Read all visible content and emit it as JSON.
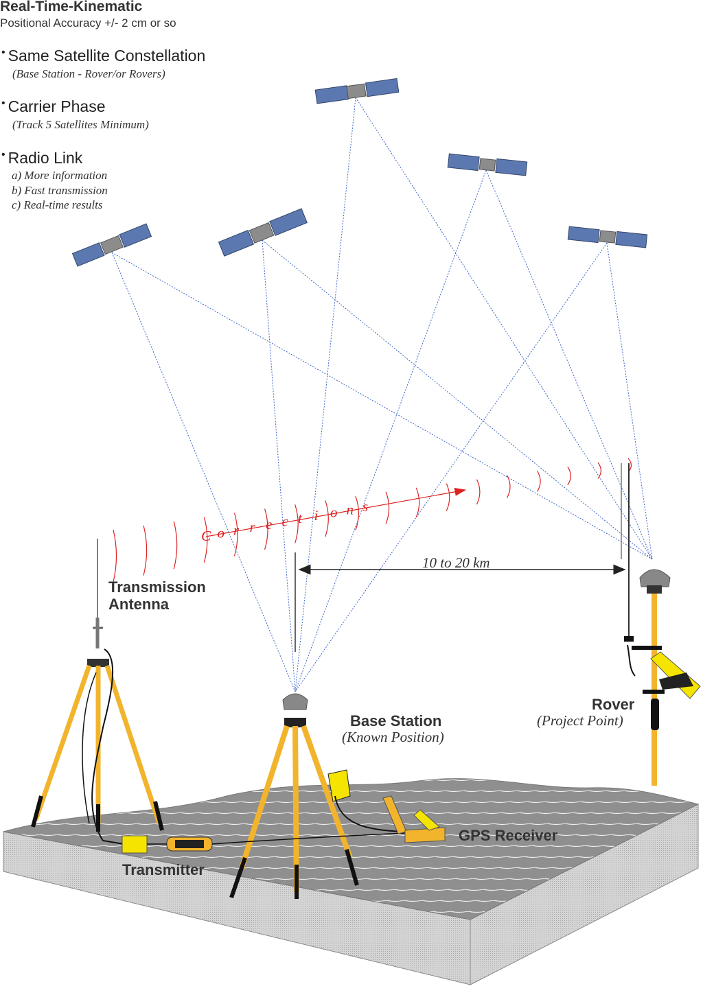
{
  "header": {
    "title": "Real-Time-Kinematic",
    "subtitle": "Positional Accuracy +/- 2 cm or so"
  },
  "bullets": [
    {
      "label": "Same Satellite Constellation",
      "notes": [
        "(Base Station - Rover/or Rovers)"
      ]
    },
    {
      "label": "Carrier Phase",
      "notes": [
        "(Track 5 Satellites Minimum)"
      ]
    },
    {
      "label": "Radio Link",
      "notes": [
        "a)  More information",
        "b)  Fast transmission",
        "c)  Real-time results"
      ]
    }
  ],
  "signal": {
    "word": "Corrections",
    "color": "#dd2222"
  },
  "distance": "10 to 20 km",
  "labels": {
    "transmission_antenna": "Transmission Antenna",
    "base_station": "Base Station",
    "base_station_note": "(Known Position)",
    "rover": "Rover",
    "rover_note": "(Project Point)",
    "gps_receiver": "GPS Receiver",
    "transmitter": "Transmitter"
  },
  "colors": {
    "satellite_panel": "#5b78b0",
    "satellite_body": "#8c8c8c",
    "sight_line": "#3c66c8",
    "tripod_leg": "#f2b42c",
    "equipment": "#f5e400",
    "terrain_top": "#9a9a9a",
    "terrain_side": "#c8c8c8"
  }
}
